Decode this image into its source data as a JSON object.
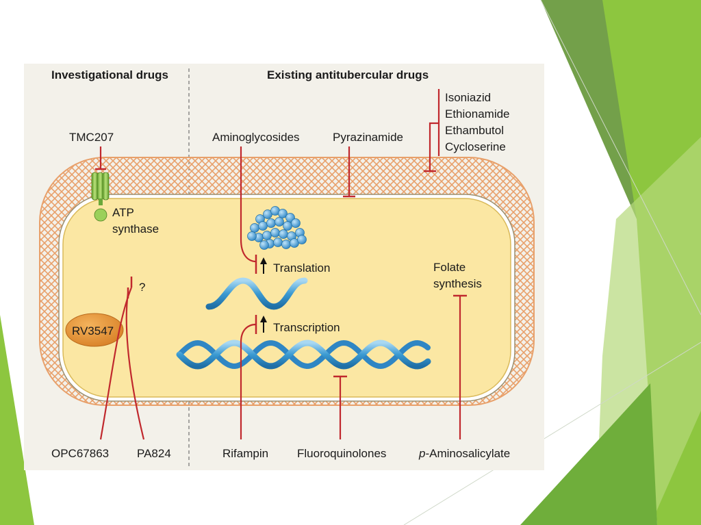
{
  "colors": {
    "panel_background": "#f3f1ea",
    "membrane": "#e8a06a",
    "cytoplasm": "#fbe7a3",
    "inhibitor_line": "#c0282d",
    "dna": "#3b9ad2",
    "atp_synthase": "#86c146",
    "rv3547_body": "#e3912f",
    "slide_green_light": "#8dc63f",
    "slide_green_dark": "#5a8f2a"
  },
  "headings": {
    "investigational": "Investigational drugs",
    "existing": "Existing antitubercular drugs"
  },
  "drugs": {
    "tmc207": "TMC207",
    "opc67863": "OPC67863",
    "pa824": "PA824",
    "aminoglycosides": "Aminoglycosides",
    "pyrazinamide": "Pyrazinamide",
    "cell_wall_group": [
      "Isoniazid",
      "Ethionamide",
      "Ethambutol",
      "Cycloserine"
    ],
    "rifampin": "Rifampin",
    "fluoroquinolones": "Fluoroquinolones",
    "aminosalicylate_prefix": "p",
    "aminosalicylate_rest": "-Aminosalicylate"
  },
  "targets": {
    "atp_synthase_line1": "ATP",
    "atp_synthase_line2": "synthase",
    "rv3547": "RV3547",
    "unknown_target": "?",
    "translation": "Translation",
    "transcription": "Transcription",
    "folate_line1": "Folate",
    "folate_line2": "synthesis"
  },
  "icons": [
    "atp-synthase-icon",
    "ribosome-cluster-icon",
    "mrna-strand-icon",
    "dna-double-helix-icon",
    "up-arrow-icon",
    "inhibition-bar-icon"
  ]
}
